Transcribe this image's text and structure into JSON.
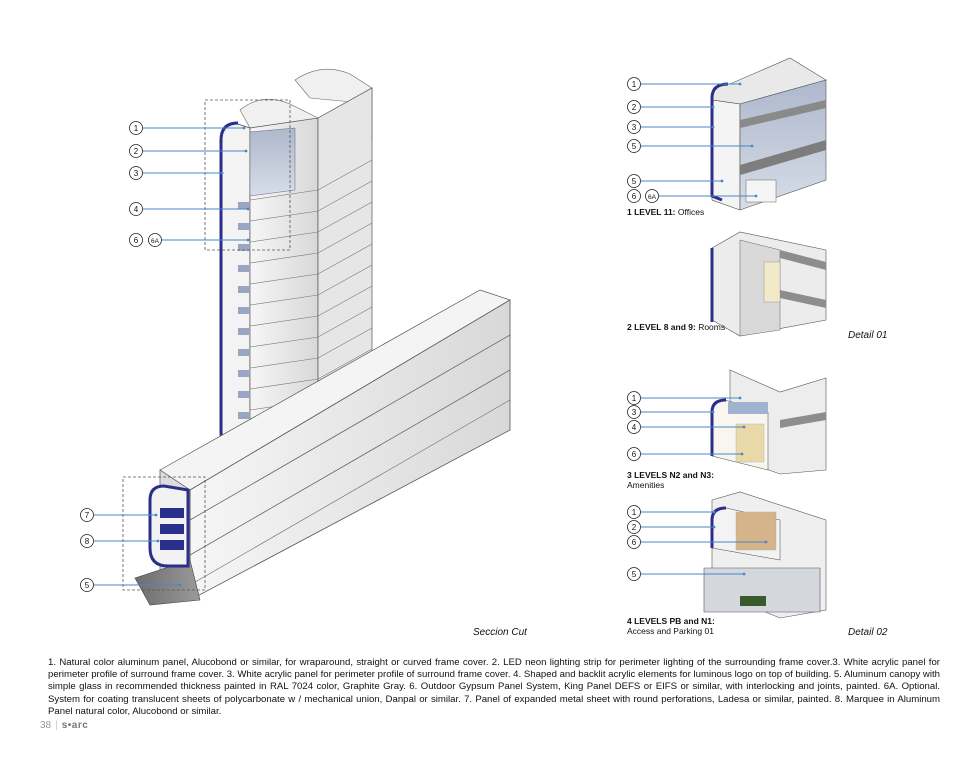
{
  "main_callouts": [
    {
      "label": "1"
    },
    {
      "label": "2"
    },
    {
      "label": "3"
    },
    {
      "label": "4"
    },
    {
      "label": "6"
    },
    {
      "label": "6A"
    },
    {
      "label": "7"
    },
    {
      "label": "8"
    },
    {
      "label": "5"
    }
  ],
  "detail1": {
    "callouts": [
      {
        "label": "1"
      },
      {
        "label": "2"
      },
      {
        "label": "3"
      },
      {
        "label": "5"
      },
      {
        "label": "5"
      },
      {
        "label": "6"
      },
      {
        "label": "6A"
      }
    ],
    "level11_bold": "1 LEVEL 11:",
    "level11_text": "Offices",
    "level89_bold": "2 LEVEL 8 and 9:",
    "level89_text": "Rooms",
    "title": "Detail 01"
  },
  "detail2": {
    "callouts_a": [
      {
        "label": "1"
      },
      {
        "label": "3"
      },
      {
        "label": "4"
      },
      {
        "label": "6"
      }
    ],
    "callouts_b": [
      {
        "label": "1"
      },
      {
        "label": "2"
      },
      {
        "label": "6"
      },
      {
        "label": "5"
      }
    ],
    "n2n3_bold": "3 LEVELS N2 and N3:",
    "n2n3_text": "Amenities",
    "pbn1_bold": "4 LEVELS PB and N1:",
    "pbn1_text": "Access and Parking 01",
    "title": "Detail 02"
  },
  "section_title": "Seccion Cut",
  "notes": "1. Natural color aluminum panel, Alucobond or similar, for wraparound, straight or curved frame cover. 2. LED neon lighting strip for perimeter lighting of the surrounding frame cover.3. White acrylic panel for perimeter profile of surround frame cover. 3. White acrylic panel for perimeter profile of surround frame cover. 4. Shaped and backlit acrylic elements for luminous logo on top of building. 5. Aluminum canopy with simple glass in recommended thickness painted in RAL 7024 color, Graphite Gray. 6. Outdoor Gypsum Panel System, King Panel DEFS or EIFS or similar, with interlocking and joints, painted. 6A. Optional. System for coating translucent sheets of polycarbonate w / mechanical union, Danpal or similar. 7. Panel of expanded metal sheet with round perforations, Ladesa or similar, painted. 8. Marquee in Aluminum Panel natural color, Alucobond or similar.",
  "footer": {
    "page": "38",
    "brand": "s•arc"
  },
  "colors": {
    "callout_line": "#4a86c5",
    "frame_blue": "#2b2f8c",
    "glass": "#b8c4d8",
    "wall": "#eeeeee",
    "edge": "#555555"
  }
}
